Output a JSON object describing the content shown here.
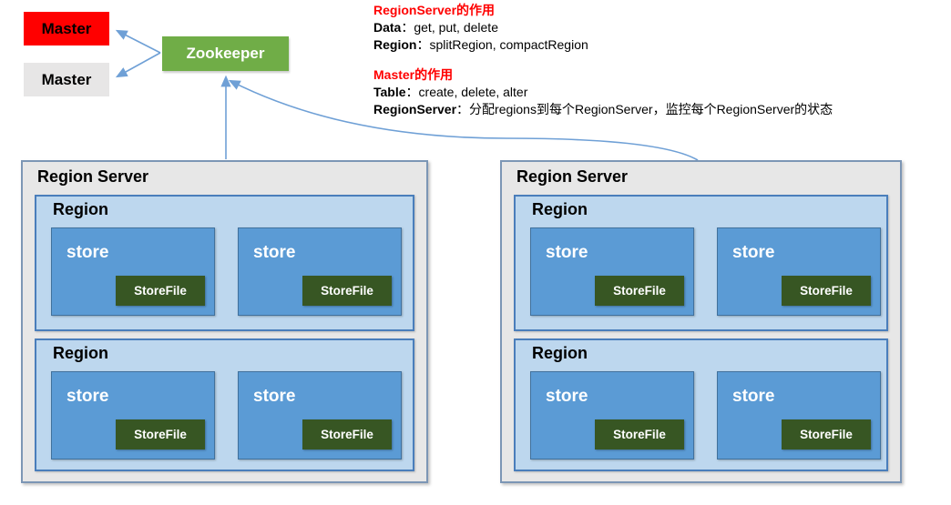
{
  "diagram": {
    "masters": [
      {
        "label": "Master",
        "variant": "active"
      },
      {
        "label": "Master",
        "variant": "standby"
      }
    ],
    "zookeeper_label": "Zookeeper",
    "notes": [
      {
        "title": "RegionServer的作用",
        "lines": [
          {
            "term": "Data",
            "desc": "：get, put, delete"
          },
          {
            "term": "Region",
            "desc": "：splitRegion, compactRegion"
          }
        ]
      },
      {
        "title": "Master的作用",
        "lines": [
          {
            "term": "Table",
            "desc": "：create, delete, alter"
          },
          {
            "term": "RegionServer",
            "desc": "：分配regions到每个RegionServer，监控每个RegionServer的状态"
          }
        ]
      }
    ],
    "labels": {
      "region_server": "Region Server",
      "region": "Region",
      "store": "store",
      "storefile": "StoreFile"
    },
    "colors": {
      "master_active_bg": "#ff0000",
      "master_standby_bg": "#e7e6e6",
      "zookeeper_bg": "#70ad47",
      "region_server_bg": "#e7e7e7",
      "region_bg": "#bdd7ee",
      "store_bg": "#5b9bd5",
      "storefile_bg": "#375623",
      "arrow": "#6fa0d6",
      "note_title": "#ff0000"
    }
  }
}
